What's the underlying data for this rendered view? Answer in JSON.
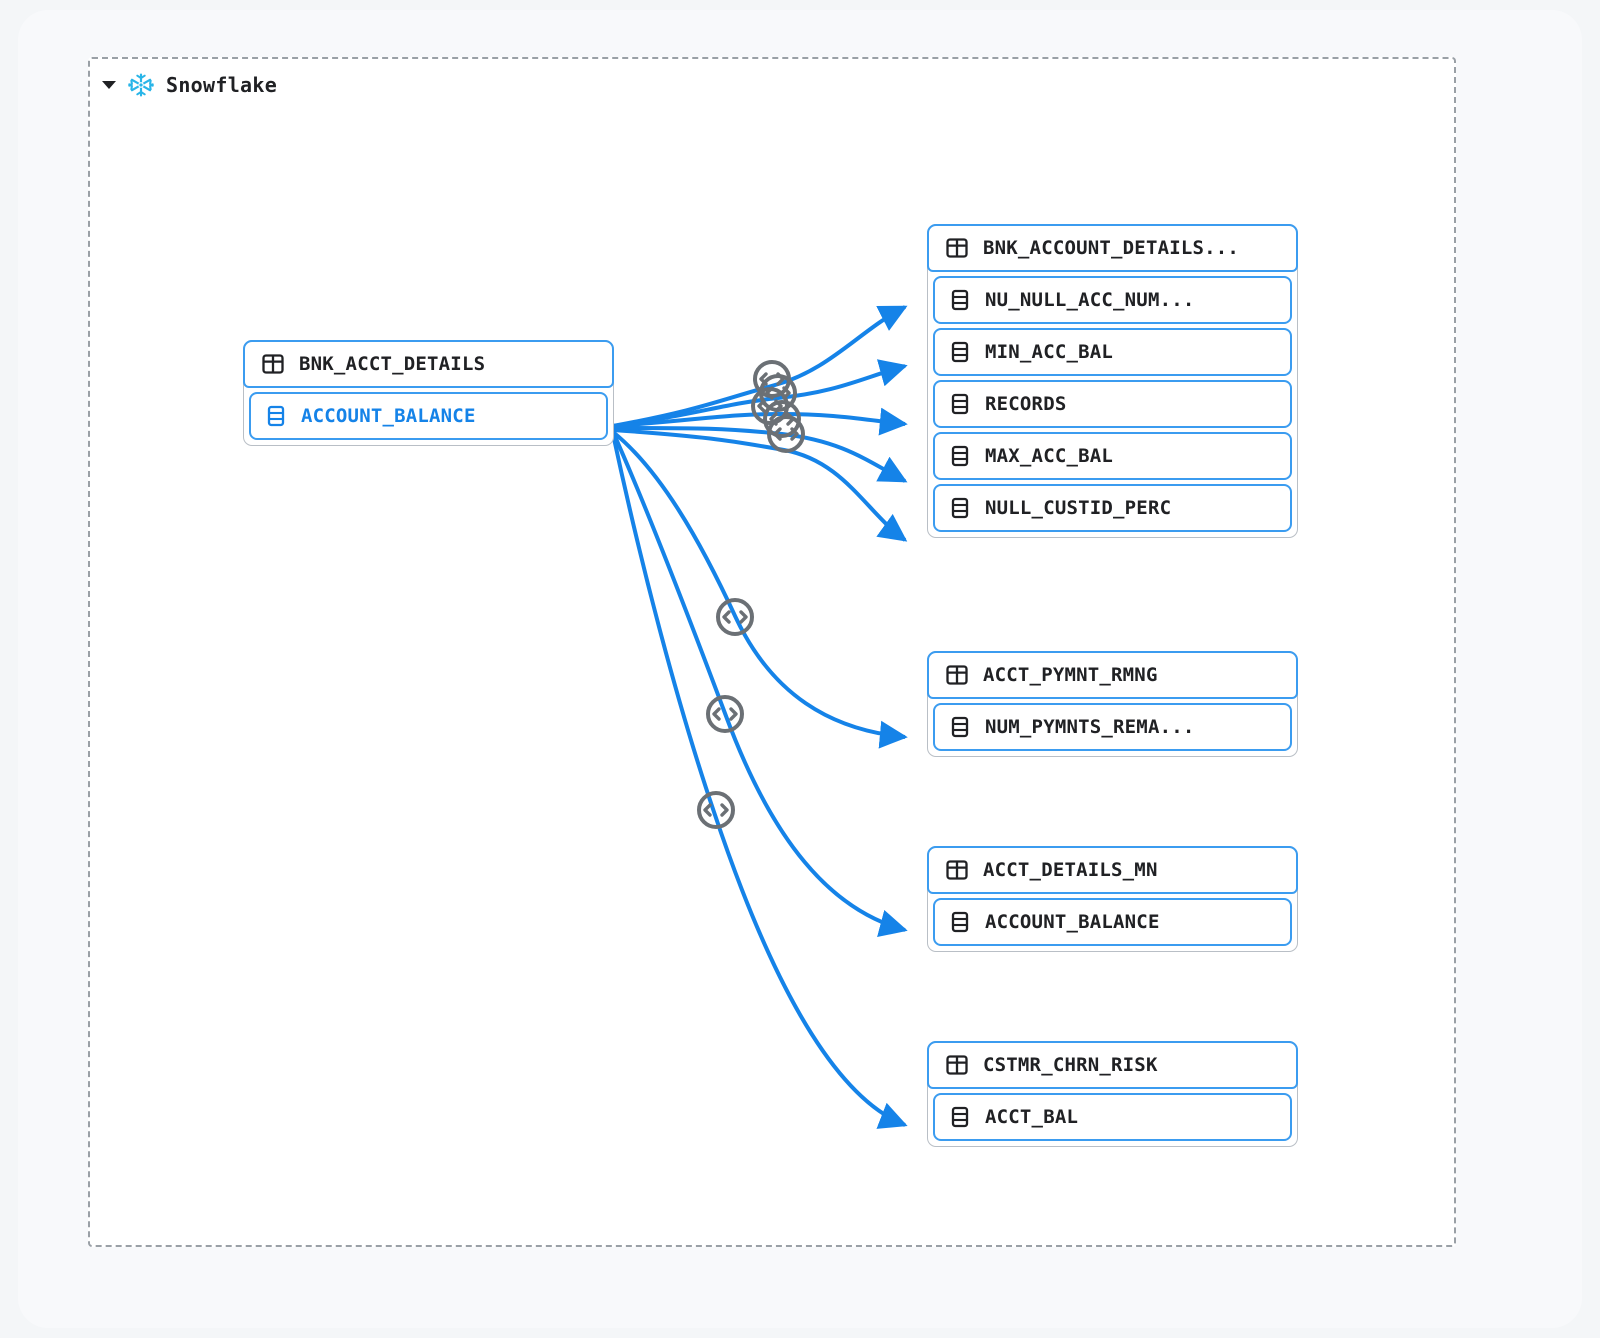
{
  "page": {
    "background_color": "#f4f6f8",
    "canvas_color": "#f8f9fb",
    "accent_color": "#1583e8",
    "node_border_color": "#3b9cf0",
    "group_border_color": "#9aa0a6",
    "badge_color": "#6b7075"
  },
  "group": {
    "title": "Snowflake",
    "caret_icon": "chevron-down-icon",
    "logo_icon": "snowflake-logo-icon"
  },
  "source_node": {
    "id": "src",
    "table_icon": "table-icon",
    "title": "BNK_ACCT_DETAILS",
    "columns": [
      {
        "icon": "column-icon",
        "label": "ACCOUNT_BALANCE",
        "highlighted": true
      }
    ]
  },
  "target_nodes": [
    {
      "id": "tgt1",
      "table_icon": "table-icon",
      "title": "BNK_ACCOUNT_DETAILS...",
      "columns": [
        {
          "icon": "column-icon",
          "label": "NU_NULL_ACC_NUM..."
        },
        {
          "icon": "column-icon",
          "label": "MIN_ACC_BAL"
        },
        {
          "icon": "column-icon",
          "label": "RECORDS"
        },
        {
          "icon": "column-icon",
          "label": "MAX_ACC_BAL"
        },
        {
          "icon": "column-icon",
          "label": "NULL_CUSTID_PERC"
        }
      ]
    },
    {
      "id": "tgt2",
      "table_icon": "table-icon",
      "title": "ACCT_PYMNT_RMNG",
      "columns": [
        {
          "icon": "column-icon",
          "label": "NUM_PYMNTS_REMA..."
        }
      ]
    },
    {
      "id": "tgt3",
      "table_icon": "table-icon",
      "title": "ACCT_DETAILS_MN",
      "columns": [
        {
          "icon": "column-icon",
          "label": "ACCOUNT_BALANCE"
        }
      ]
    },
    {
      "id": "tgt4",
      "table_icon": "table-icon",
      "title": "CSTMR_CHRN_RISK",
      "columns": [
        {
          "icon": "column-icon",
          "label": "ACCT_BAL"
        }
      ]
    }
  ],
  "edges": [
    {
      "from": "ACCOUNT_BALANCE",
      "to": "NU_NULL_ACC_NUM...",
      "badge_icon": "code-transform-icon"
    },
    {
      "from": "ACCOUNT_BALANCE",
      "to": "MIN_ACC_BAL",
      "badge_icon": "code-transform-icon"
    },
    {
      "from": "ACCOUNT_BALANCE",
      "to": "RECORDS",
      "badge_icon": "code-transform-icon"
    },
    {
      "from": "ACCOUNT_BALANCE",
      "to": "MAX_ACC_BAL",
      "badge_icon": "code-transform-icon"
    },
    {
      "from": "ACCOUNT_BALANCE",
      "to": "NULL_CUSTID_PERC",
      "badge_icon": "code-transform-icon"
    },
    {
      "from": "ACCOUNT_BALANCE",
      "to": "NUM_PYMNTS_REMA...",
      "badge_icon": "code-transform-icon"
    },
    {
      "from": "ACCOUNT_BALANCE",
      "to": "ACCOUNT_BALANCE",
      "badge_icon": "code-transform-icon"
    },
    {
      "from": "ACCOUNT_BALANCE",
      "to": "ACCT_BAL",
      "badge_icon": "code-transform-icon"
    }
  ]
}
